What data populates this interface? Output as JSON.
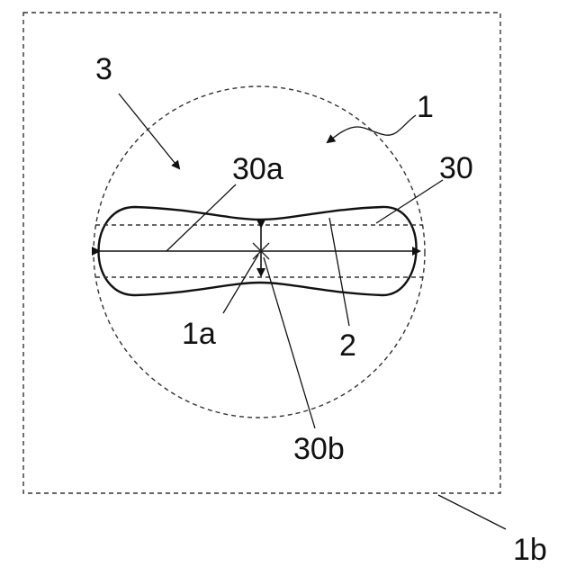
{
  "labels": {
    "ref_1": "1",
    "ref_1a": "1a",
    "ref_1b": "1b",
    "ref_2": "2",
    "ref_3": "3",
    "ref_30": "30",
    "ref_30a": "30a",
    "ref_30b": "30b"
  },
  "colors": {
    "line": "#111111",
    "background": "#ffffff"
  }
}
